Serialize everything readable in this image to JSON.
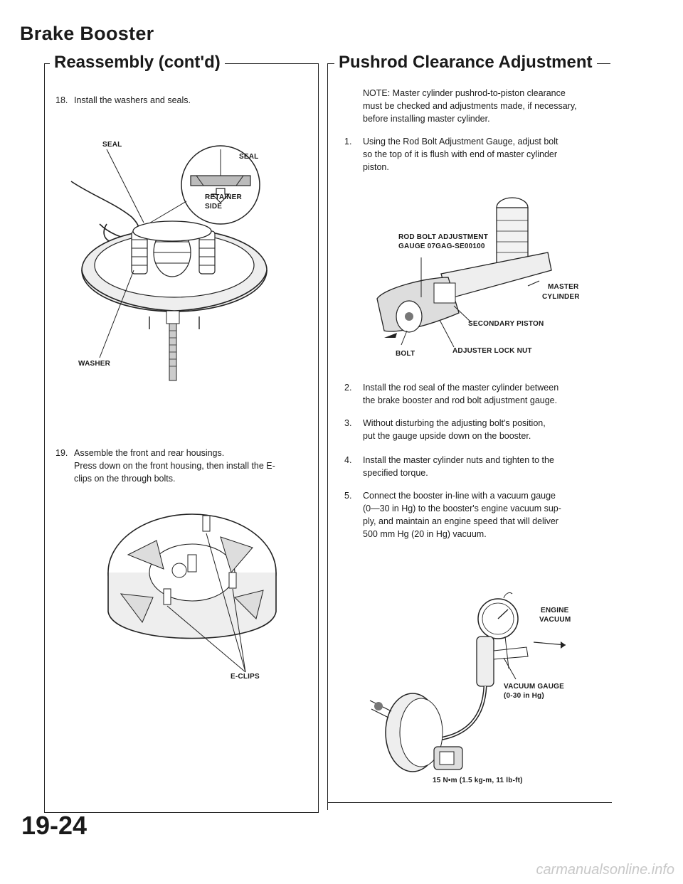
{
  "page": {
    "title": "Brake Booster",
    "page_number": "19-24",
    "watermark": "carmanualsonline.info"
  },
  "left": {
    "heading": "Reassembly (cont'd)",
    "step18": {
      "num": "18.",
      "text": "Install the washers and seals."
    },
    "fig1_labels": {
      "seal": "SEAL",
      "seal_inset": "SEAL",
      "retainer": "RETAINER",
      "side": "SIDE",
      "washer": "WASHER"
    },
    "step19": {
      "num": "19.",
      "line1": "Assemble the front and rear housings.",
      "line2": "Press down on the front housing, then install the E-",
      "line3": "clips on the through bolts."
    },
    "fig2_labels": {
      "eclips": "E-CLIPS"
    }
  },
  "right": {
    "heading": "Pushrod Clearance Adjustment",
    "note": {
      "line1": "NOTE: Master cylinder pushrod-to-piston clearance",
      "line2": "must be checked and adjustments made, if necessary,",
      "line3": "before installing master cylinder."
    },
    "steps": [
      {
        "num": "1.",
        "lines": [
          "Using the Rod Bolt Adjustment Gauge, adjust bolt",
          "so the top of it is flush with end of master cylinder",
          "piston."
        ]
      },
      {
        "num": "2.",
        "lines": [
          "Install the rod seal of the master cylinder between",
          "the brake booster and rod bolt adjustment gauge."
        ]
      },
      {
        "num": "3.",
        "lines": [
          "Without disturbing the adjusting bolt's position,",
          "put the gauge upside down on the booster."
        ]
      },
      {
        "num": "4.",
        "lines": [
          "Install the master cylinder nuts and tighten to the",
          "specified torque."
        ]
      },
      {
        "num": "5.",
        "lines": [
          "Connect the booster in-line with a vacuum gauge",
          "(0—30 in Hg) to the booster's engine vacuum sup-",
          "ply, and maintain an engine speed that will deliver",
          "500 mm Hg (20 in Hg) vacuum."
        ]
      }
    ],
    "fig3_labels": {
      "rod_bolt_1": "ROD BOLT ADJUSTMENT",
      "rod_bolt_2": "GAUGE 07GAG-SE00100",
      "master_1": "MASTER",
      "master_2": "CYLINDER",
      "secondary": "SECONDARY PISTON",
      "bolt": "BOLT",
      "lock_nut": "ADJUSTER LOCK NUT"
    },
    "fig4_labels": {
      "engine": "ENGINE",
      "vacuum": "VACUUM",
      "gauge_1": "VACUUM GAUGE",
      "gauge_2": "(0-30 in Hg)",
      "torque": "15 N•m (1.5 kg-m, 11 lb-ft)"
    }
  }
}
